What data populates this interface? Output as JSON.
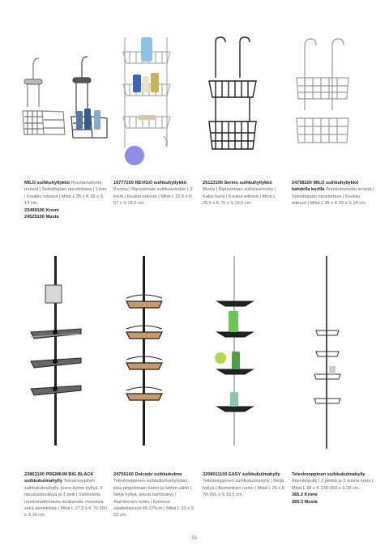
{
  "products": [
    {
      "title": "MILO suihkuhyllykkö",
      "text": "Ruostumatonta terästä | Sekoittajaan ripustettava | 1 kori | Koukku edessä | Mitat L 25 x K 36 x S 14 cm.",
      "codes": [
        "23499100 Kromi",
        "24525100 Musta"
      ]
    },
    {
      "title": "16777100 REVIGO suihkuhyllykkö",
      "text": "Kromia | Ripustetaan suihkuseinään | 3 koria | Koukut edessä | Mitat L 22,5 x K 57 x S 18,5 cm.",
      "codes": []
    },
    {
      "title": "25123100 Serino suihkuhyllykkö",
      "text": "Musta | Ripustetaan suihkuseinään | Kaksi koria | Koukut edessä | Mitat L 25,5 x K 70 x S 19,5 cm.",
      "codes": []
    },
    {
      "title": "24758100 MILO suihkuhyllykkö kahdella korilla",
      "text": "Ruostumatonta terästä | Sekoittajaan ripustettava | Koukku edessä | Mitat L 25 x K 55 x S 14 cm.",
      "codes": []
    },
    {
      "title": "23862100 PREMIUM BIG BLACK suihkukulmahylly",
      "text": "Teleskooppinen suihkukulmahylly, jossa kolme hyllyä, 2 ripustuskoukkua ja 1 peili | Valmistettu ruostumattomasta teräksestä, muovista sekä alumiinista | Mitat L 27,5 x K 70-260 x S 30 cm.",
      "codes": []
    },
    {
      "title": "24756100 Dolcedo suihkukulma",
      "text": "Teleskooppinen suihkukulmahyllykkö, joka pingotetaan katon ja lattian väliin | Neljä hyllyä, joissa bambulevy | Alumiininen runko | Korkeus säädettävissä 65-275cm | Mitat L 31 x S 23 cm.",
      "codes": []
    },
    {
      "title": "3208011100 EASY suihkukulmahylly",
      "text": "Teleskooppinen suihkukulmahylly | Neljä hyllyä | Alumiininen runko | Mitat L 26 x K 78-265 x S 19,5 cm.",
      "codes": []
    },
    {
      "title": "Teleskooppinen suihkukulmahylly",
      "text": "Alumiiniputki | 2 pientä ja 2 suurta koria | Mitat L 38 x K 230-260 x S 28 cm.",
      "codes": [
        "365.2 Kromi",
        "365.3 Musta"
      ]
    }
  ],
  "page_number": "50"
}
